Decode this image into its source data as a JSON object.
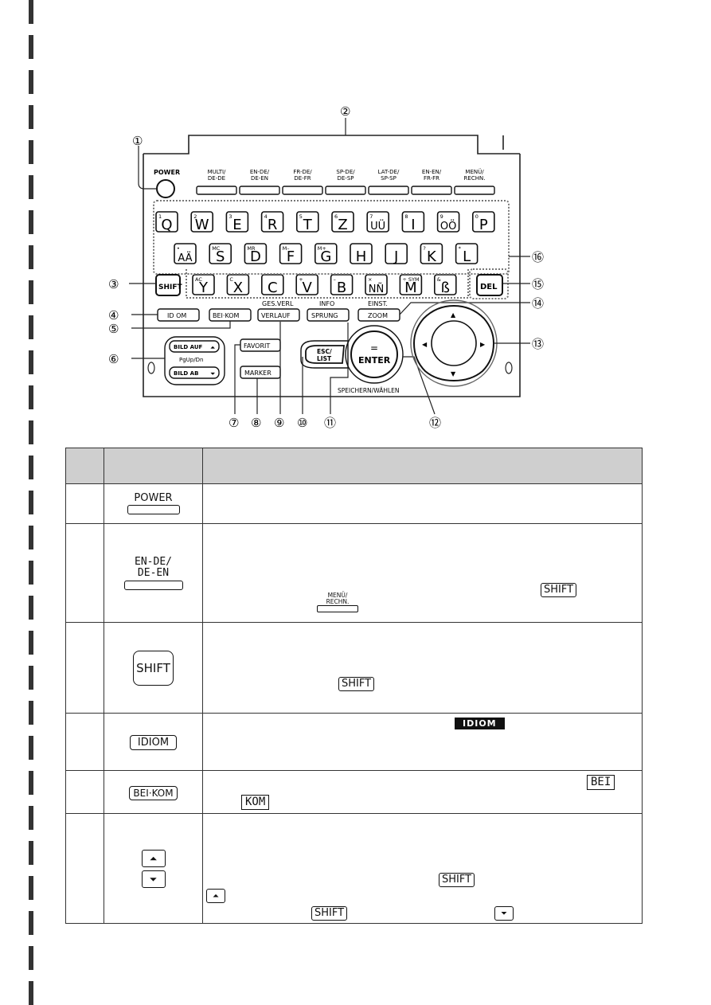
{
  "keyboard": {
    "power_label": "POWER",
    "mode_keys": [
      "MULTI/\nDE-DE",
      "EN-DE/\nDE-EN",
      "FR-DE/\nDE-FR",
      "SP-DE/\nDE-SP",
      "LAT-DE/\nSP-SP",
      "EN-EN/\nFR-FR",
      "MENÜ/\nRECHN."
    ],
    "row1": [
      {
        "main": "Q",
        "sub": "1"
      },
      {
        "main": "W",
        "sub": "2"
      },
      {
        "main": "E",
        "sub": "3"
      },
      {
        "main": "R",
        "sub": "4"
      },
      {
        "main": "T",
        "sub": "5"
      },
      {
        "main": "Z",
        "sub": "6"
      },
      {
        "main": "UÜ",
        "sub": "7"
      },
      {
        "main": "I",
        "sub": "8"
      },
      {
        "main": "OÖ",
        "sub": "9"
      },
      {
        "main": "P",
        "sub": "0"
      }
    ],
    "row2": [
      {
        "main": "AÄ",
        "sub": "•"
      },
      {
        "main": "S",
        "sub": "MC"
      },
      {
        "main": "D",
        "sub": "MR"
      },
      {
        "main": "F",
        "sub": "M–"
      },
      {
        "main": "G",
        "sub": "M+"
      },
      {
        "main": "H",
        "sub": ""
      },
      {
        "main": "J",
        "sub": ""
      },
      {
        "main": "K",
        "sub": "?"
      },
      {
        "main": "L",
        "sub": "*"
      }
    ],
    "row3": [
      {
        "main": "Y",
        "sub": "AC"
      },
      {
        "main": "X",
        "sub": "C"
      },
      {
        "main": "C",
        "sub": ""
      },
      {
        "main": "V",
        "sub": "+"
      },
      {
        "main": "B",
        "sub": "–"
      },
      {
        "main": "NÑ",
        "sub": "×"
      },
      {
        "main": "M",
        "sub": "÷ SYM"
      },
      {
        "main": "ß",
        "sub": "&"
      }
    ],
    "shift": "SHIFT",
    "del": "DEL",
    "idiom": "ID OM",
    "beikom": "BEI·KOM",
    "verlauf": "VERLAUF",
    "ges_verl": "GES.VERL",
    "sprung": "SPRUNG",
    "info": "INFO",
    "zoom": "ZOOM",
    "einst": "EINST.",
    "bild_auf": "BILD AUF",
    "pgupdn": "PgUp/Dn",
    "bild_ab": "BILD AB",
    "favorit": "FAVORIT",
    "marker": "MARKER",
    "esc": "ESC/\nLIST",
    "enter_eq": "=",
    "enter": "ENTER",
    "speichern": "SPEICHERN/WÄHLEN",
    "callouts": [
      "①",
      "②",
      "③",
      "④",
      "⑤",
      "⑥",
      "⑦",
      "⑧",
      "⑨",
      "⑩",
      "⑪",
      "⑫",
      "⑬",
      "⑭",
      "⑮",
      "⑯"
    ]
  },
  "table": {
    "power_label": "POWER",
    "enden_label": "EN-DE/\nDE-EN",
    "menu_label": "MENÜ/\nRECHN.",
    "shift_label": "SHIFT",
    "idiom_label": "IDIOM",
    "idiom_inv": "IDIOM",
    "beikom_label": "BEI·KOM",
    "bei": "BEI",
    "kom": "KOM"
  }
}
